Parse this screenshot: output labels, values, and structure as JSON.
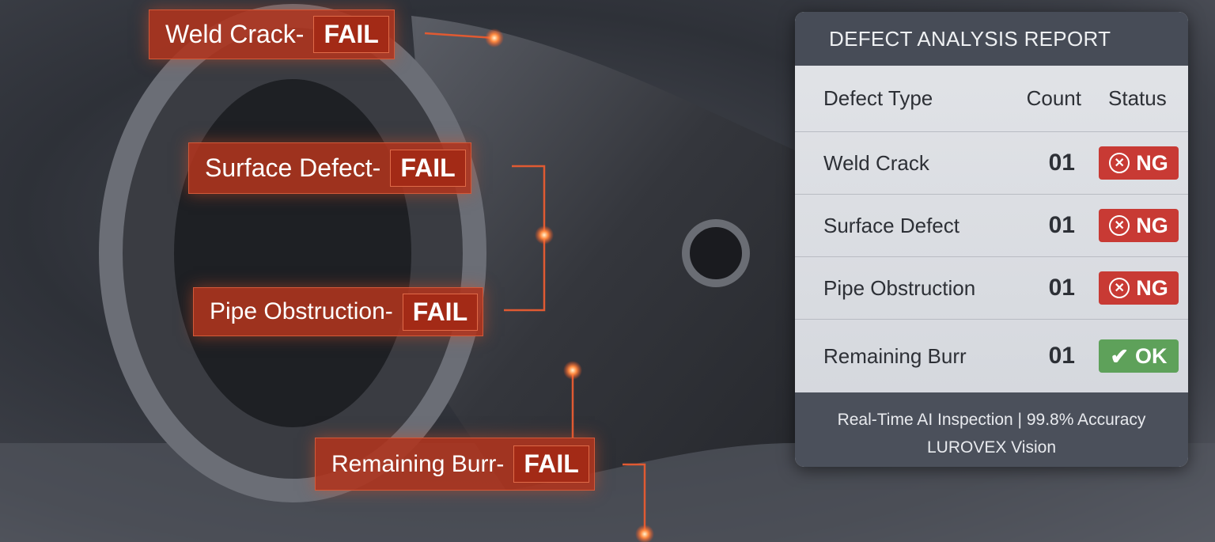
{
  "callouts": [
    {
      "name": "Weld Crack",
      "sep": " -",
      "result": "FAIL"
    },
    {
      "name": "Surface Defect",
      "sep": " -",
      "result": "FAIL"
    },
    {
      "name": "Pipe Obstruction",
      "sep": " -",
      "result": "FAIL"
    },
    {
      "name": "Remaining Burr",
      "sep": " -",
      "result": "FAIL"
    }
  ],
  "report": {
    "title": "DEFECT ANALYSIS REPORT",
    "columns": [
      "Defect Type",
      "Count",
      "Status"
    ],
    "rows": [
      {
        "type": "Weld Crack",
        "count": "01",
        "status": "NG"
      },
      {
        "type": "Surface Defect",
        "count": "01",
        "status": "NG"
      },
      {
        "type": "Pipe Obstruction",
        "count": "01",
        "status": "NG"
      },
      {
        "type": "Remaining Burr",
        "count": "01",
        "status": "OK"
      }
    ],
    "footer_line1": "Real-Time AI Inspection | 99.8% Accuracy",
    "footer_line2": "LUROVEX Vision"
  },
  "colors": {
    "callout": "#b0341e",
    "ng": "#c83a34",
    "ok": "#5ea15a",
    "panel_header": "#474c57"
  }
}
